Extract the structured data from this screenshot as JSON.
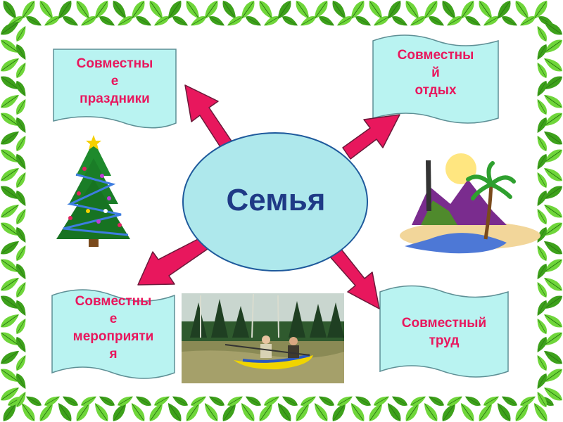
{
  "diagram": {
    "center_label": "Семья",
    "branches": [
      {
        "lines": [
          "Совместны",
          "е",
          "праздники"
        ]
      },
      {
        "lines": [
          "Совместны",
          "й",
          "отдых"
        ]
      },
      {
        "lines": [
          "Совместны",
          "е",
          "мероприяти",
          "я"
        ]
      },
      {
        "lines": [
          "Совместный",
          "труд"
        ]
      }
    ]
  },
  "colors": {
    "frame_leaf": "#6fd63a",
    "frame_leaf_dark": "#3da11b",
    "banner_fill": "#b9f3f1",
    "banner_stroke": "#5e8f95",
    "banner_text": "#e8175d",
    "center_fill": "#aee8ec",
    "center_stroke": "#1f5a9c",
    "center_text": "#1f3a86",
    "arrow_fill": "#e8175d",
    "arrow_stroke": "#6b1a3a"
  },
  "images": [
    {
      "name": "christmas-tree-image"
    },
    {
      "name": "tropical-island-image"
    },
    {
      "name": "kayak-photo"
    }
  ]
}
